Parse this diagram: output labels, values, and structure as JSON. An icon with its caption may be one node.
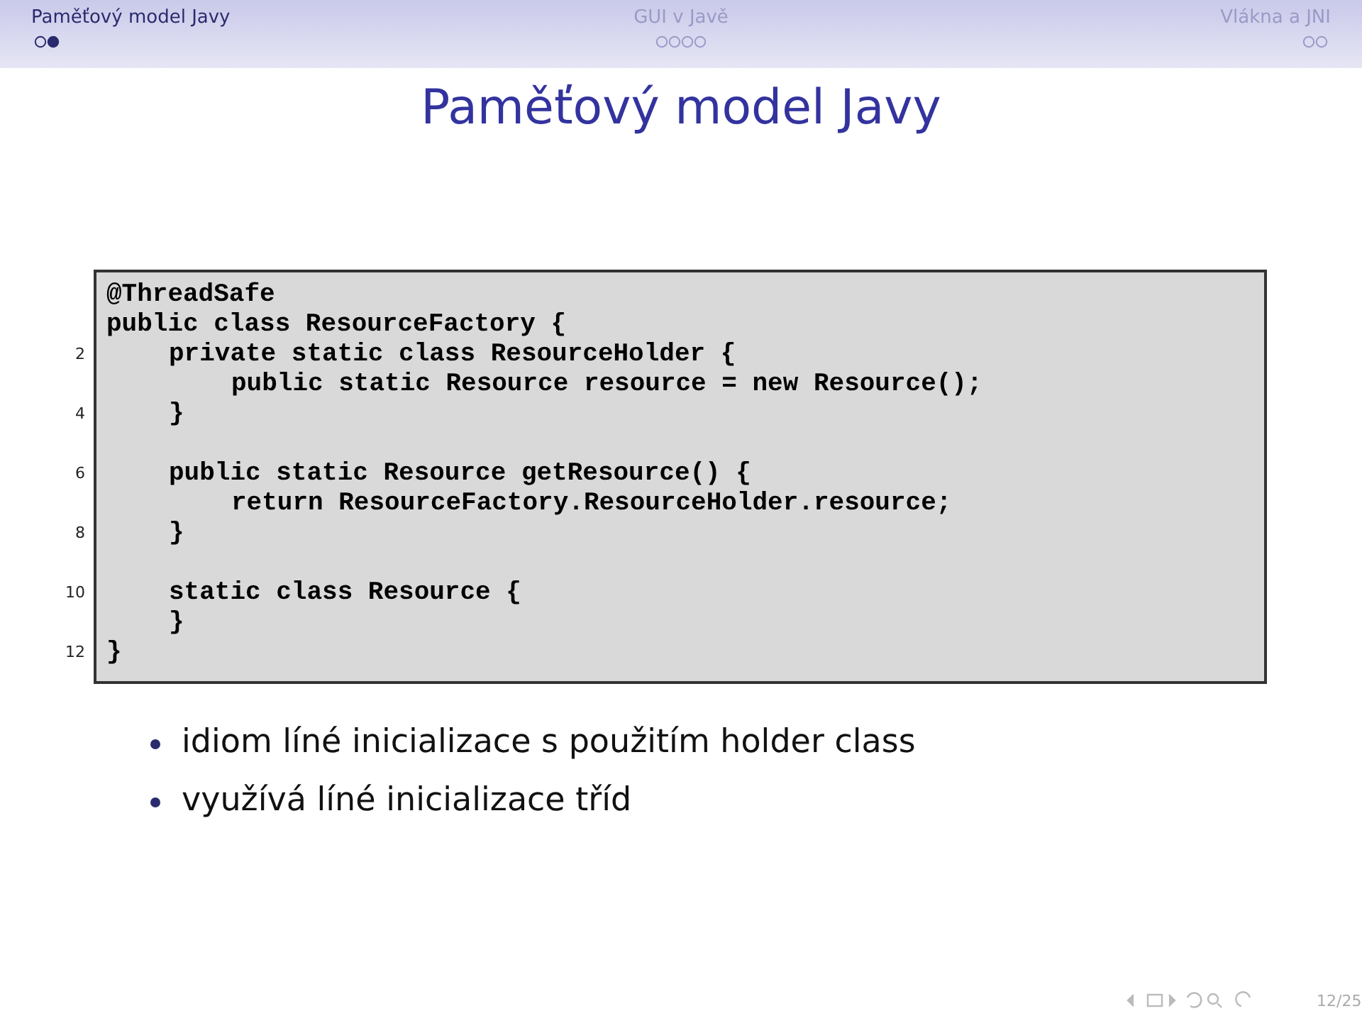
{
  "diagram": {
    "title": "Paměťový model Javy",
    "nodes": [
      {
        "text": [
          "@ThreadSafe",
          "public class ResourceFactory {",
          "private static class ResourceHolder {",
          "public static Resource resource = new Resource();",
          "}",
          "public static Resource getResource() {",
          "return ResourceFactory.ResourceHolder.resource;",
          "}",
          "static class Resource {",
          "}",
          "}"
        ]
      }
    ],
    "labels": [
      "Paměťový model Javy",
      "GUI v Javě",
      "Vlákna a JNI",
      "2",
      "4",
      "6",
      "8",
      "10",
      "12",
      "idiom líné inicializace s použitím holder class",
      "využívá líné inicializace tříd",
      "12/25"
    ]
  }
}
